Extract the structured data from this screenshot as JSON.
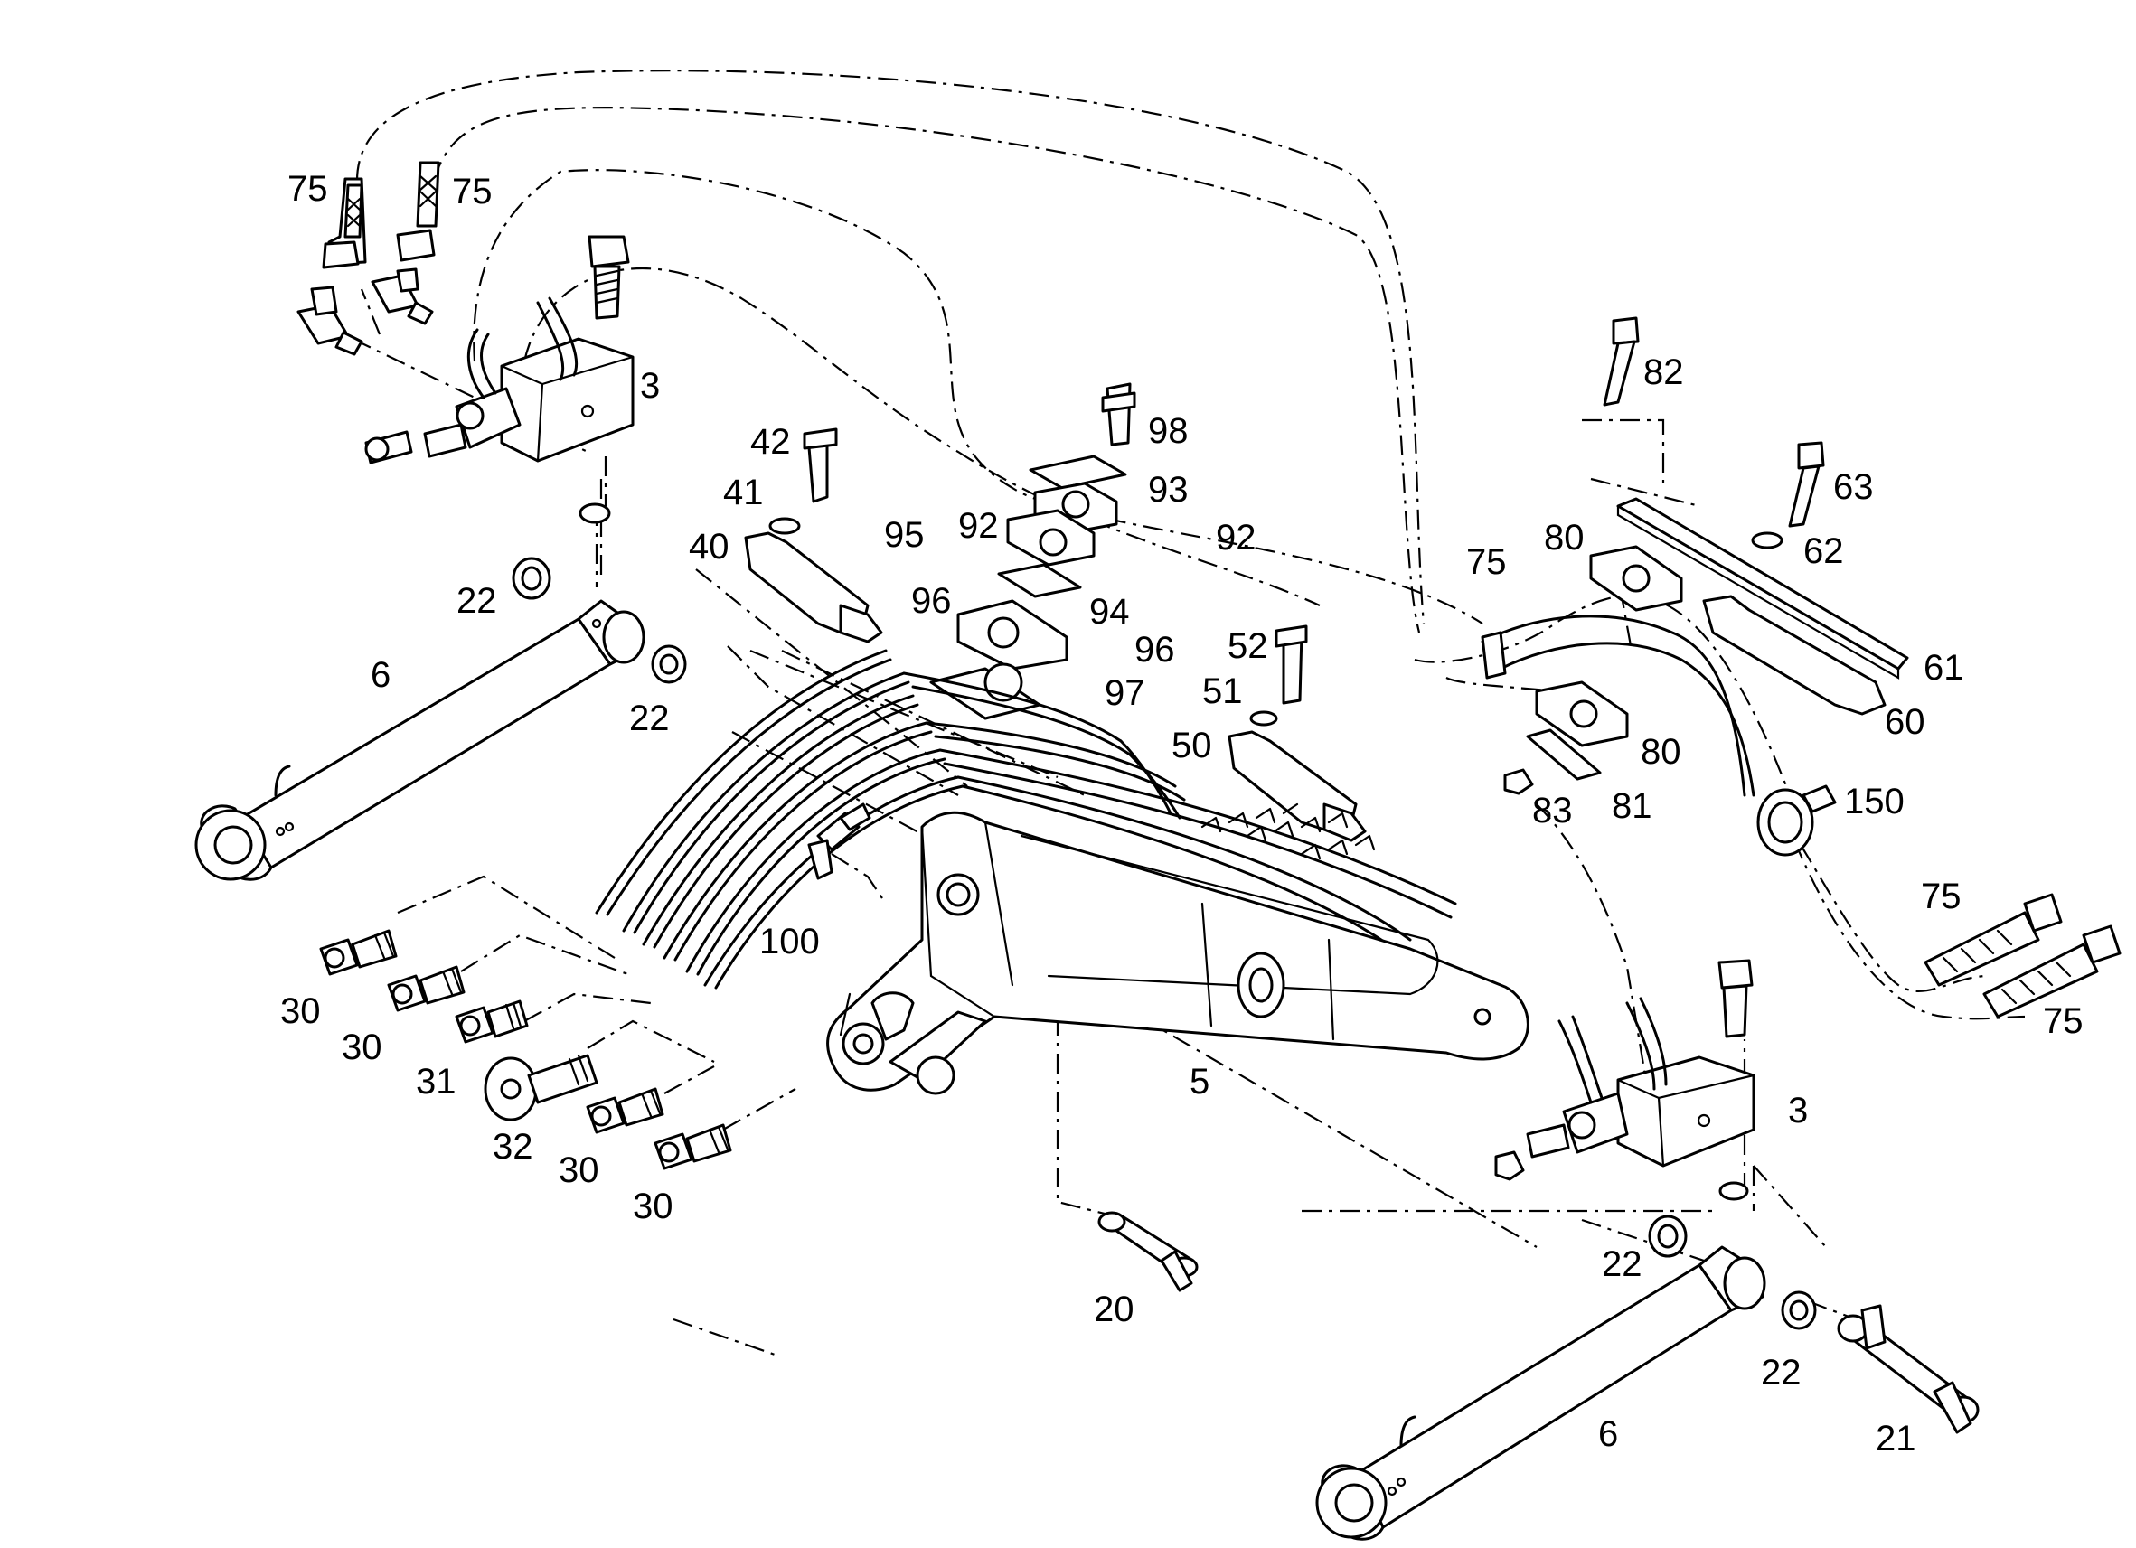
{
  "diagram": {
    "background": "#ffffff",
    "line_color": "#000000",
    "callouts": [
      {
        "id": "c-75-a",
        "text": "75"
      },
      {
        "id": "c-75-b",
        "text": "75"
      },
      {
        "id": "c-3-a",
        "text": "3"
      },
      {
        "id": "c-22-a",
        "text": "22"
      },
      {
        "id": "c-6-a",
        "text": "6"
      },
      {
        "id": "c-22-b",
        "text": "22"
      },
      {
        "id": "c-42",
        "text": "42"
      },
      {
        "id": "c-41",
        "text": "41"
      },
      {
        "id": "c-40",
        "text": "40"
      },
      {
        "id": "c-98",
        "text": "98"
      },
      {
        "id": "c-93",
        "text": "93"
      },
      {
        "id": "c-92-a",
        "text": "92"
      },
      {
        "id": "c-92-b",
        "text": "92"
      },
      {
        "id": "c-95",
        "text": "95"
      },
      {
        "id": "c-96-a",
        "text": "96"
      },
      {
        "id": "c-94",
        "text": "94"
      },
      {
        "id": "c-96-b",
        "text": "96"
      },
      {
        "id": "c-97",
        "text": "97"
      },
      {
        "id": "c-52",
        "text": "52"
      },
      {
        "id": "c-51",
        "text": "51"
      },
      {
        "id": "c-50",
        "text": "50"
      },
      {
        "id": "c-82",
        "text": "82"
      },
      {
        "id": "c-63",
        "text": "63"
      },
      {
        "id": "c-75-c",
        "text": "75"
      },
      {
        "id": "c-80-a",
        "text": "80"
      },
      {
        "id": "c-62",
        "text": "62"
      },
      {
        "id": "c-61",
        "text": "61"
      },
      {
        "id": "c-60",
        "text": "60"
      },
      {
        "id": "c-80-b",
        "text": "80"
      },
      {
        "id": "c-83",
        "text": "83"
      },
      {
        "id": "c-81",
        "text": "81"
      },
      {
        "id": "c-150",
        "text": "150"
      },
      {
        "id": "c-75-d",
        "text": "75"
      },
      {
        "id": "c-75-e",
        "text": "75"
      },
      {
        "id": "c-100",
        "text": "100"
      },
      {
        "id": "c-30-a",
        "text": "30"
      },
      {
        "id": "c-30-b",
        "text": "30"
      },
      {
        "id": "c-31",
        "text": "31"
      },
      {
        "id": "c-32",
        "text": "32"
      },
      {
        "id": "c-30-c",
        "text": "30"
      },
      {
        "id": "c-30-d",
        "text": "30"
      },
      {
        "id": "c-5",
        "text": "5"
      },
      {
        "id": "c-20",
        "text": "20"
      },
      {
        "id": "c-3-b",
        "text": "3"
      },
      {
        "id": "c-22-c",
        "text": "22"
      },
      {
        "id": "c-22-d",
        "text": "22"
      },
      {
        "id": "c-6-b",
        "text": "6"
      },
      {
        "id": "c-21",
        "text": "21"
      }
    ]
  }
}
